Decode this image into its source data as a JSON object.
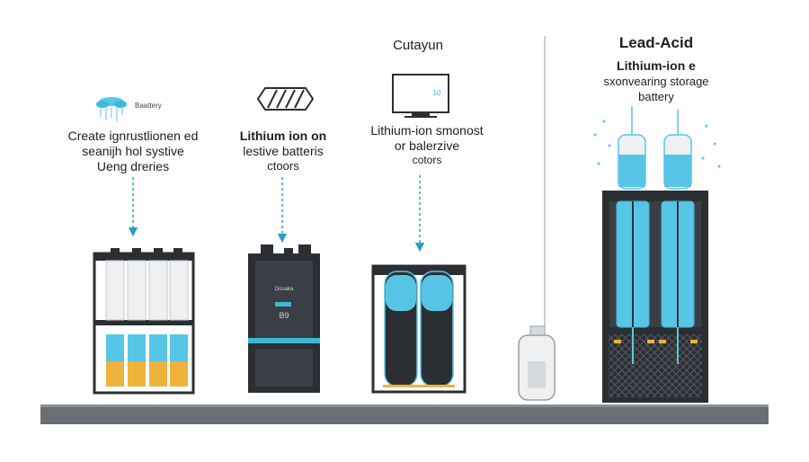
{
  "columns": [
    {
      "icon_label": "Baattery",
      "title_lines": [
        "Create ignrustlionen ed",
        "seanijh hol systive",
        "Ueng dreries"
      ]
    },
    {
      "title_lines": [
        "Lithium ion on",
        "lestive batteris",
        "ctoors"
      ]
    },
    {
      "header": "Cutayun",
      "monitor_readout": "10",
      "title_lines": [
        "Lithium-ion smonost",
        "or balerzive",
        "cotors"
      ]
    },
    {
      "header": "Lead-Acid",
      "title_lines": [
        "Lithium-ion e",
        "sxonvearing storage",
        "battery"
      ]
    }
  ],
  "device_labels": {
    "panel_text": "Dosaka",
    "panel_value": "B9"
  },
  "colors": {
    "accent": "#3cb8da",
    "liquid": "#57c6e6",
    "amber": "#efb23b",
    "dark": "#2b2f34",
    "floor": "#6a6f75",
    "arrow": "#2a9fc4"
  }
}
